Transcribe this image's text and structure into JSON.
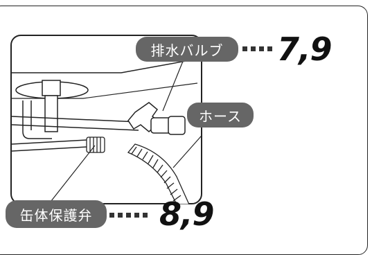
{
  "labels": {
    "drain_valve": "排水バルブ",
    "hose": "ホース",
    "boiler_protection_valve": "缶体保護弁"
  },
  "page_refs": {
    "drain_valve": "7,9",
    "boiler_protection_valve": "8,9"
  },
  "colors": {
    "callout_bg": "#666666",
    "line": "#222222"
  }
}
